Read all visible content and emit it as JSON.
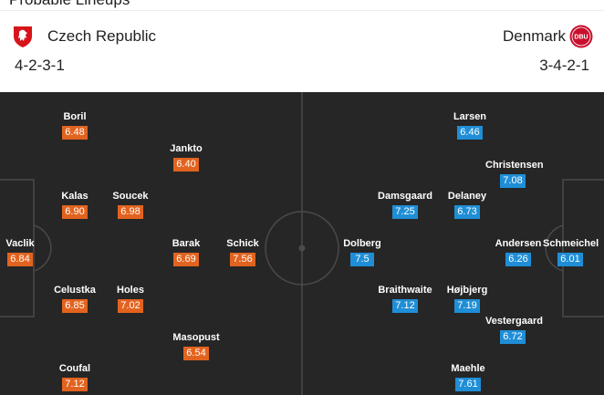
{
  "section_title": "Probable Lineups",
  "home": {
    "name": "Czech Republic",
    "formation": "4-2-3-1",
    "crest_icon": "czech-fa-lion-crest-icon",
    "color": "#e2631f",
    "players": [
      {
        "name": "Vaclik",
        "rating": "6.84"
      },
      {
        "name": "Boril",
        "rating": "6.48"
      },
      {
        "name": "Kalas",
        "rating": "6.90"
      },
      {
        "name": "Celustka",
        "rating": "6.85"
      },
      {
        "name": "Coufal",
        "rating": "7.12"
      },
      {
        "name": "Soucek",
        "rating": "6.98"
      },
      {
        "name": "Holes",
        "rating": "7.02"
      },
      {
        "name": "Jankto",
        "rating": "6.40"
      },
      {
        "name": "Barak",
        "rating": "6.69"
      },
      {
        "name": "Masopust",
        "rating": "6.54"
      },
      {
        "name": "Schick",
        "rating": "7.56"
      }
    ]
  },
  "away": {
    "name": "Denmark",
    "formation": "3-4-2-1",
    "crest_icon": "dbu-crest-icon",
    "crest_text": "DBU",
    "color": "#1f8ed6",
    "players": [
      {
        "name": "Schmeichel",
        "rating": "6.01"
      },
      {
        "name": "Christensen",
        "rating": "7.08"
      },
      {
        "name": "Andersen",
        "rating": "6.26"
      },
      {
        "name": "Vestergaard",
        "rating": "6.72"
      },
      {
        "name": "Larsen",
        "rating": "6.46"
      },
      {
        "name": "Delaney",
        "rating": "6.73"
      },
      {
        "name": "Højbjerg",
        "rating": "7.19"
      },
      {
        "name": "Maehle",
        "rating": "7.61"
      },
      {
        "name": "Damsgaard",
        "rating": "7.25"
      },
      {
        "name": "Braithwaite",
        "rating": "7.12"
      },
      {
        "name": "Dolberg",
        "rating": "7.5"
      }
    ]
  }
}
